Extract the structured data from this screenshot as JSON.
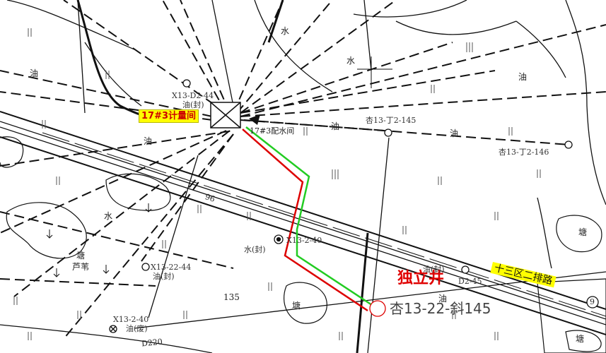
{
  "map": {
    "colors": {
      "route_red": "#dd0000",
      "route_green": "#22cc22",
      "highlight": "#ffff00",
      "ink": "#111111"
    },
    "labels": {
      "station": "17#3计量间",
      "water_room": "17#3配水间",
      "standalone": "独立井",
      "target_well": "杏13-22-斜145",
      "road": "十三区二排路",
      "well_d2_44": "X13-D2-44",
      "well_d2_44_status": "油(封)",
      "well_ding2_145": "杏13-丁2-145",
      "well_ding2_146": "杏13-丁2-146",
      "well_2_40": "X13-2-40",
      "well_2_40_status": "水(封)",
      "well_22_44": "X13-22-44",
      "well_22_44_status": "油(封)",
      "well_2_40b": "X13-2-40",
      "well_2_40b_status": "油(废)",
      "well_d2_45": "D2-45",
      "well_d2_45_status": "油(封)",
      "pond": "塘",
      "reed": "芦苇",
      "oil": "油",
      "water": "水",
      "num_135": "135",
      "road_code_d220": "D220",
      "code_96": "96",
      "mark_9": "9"
    }
  }
}
